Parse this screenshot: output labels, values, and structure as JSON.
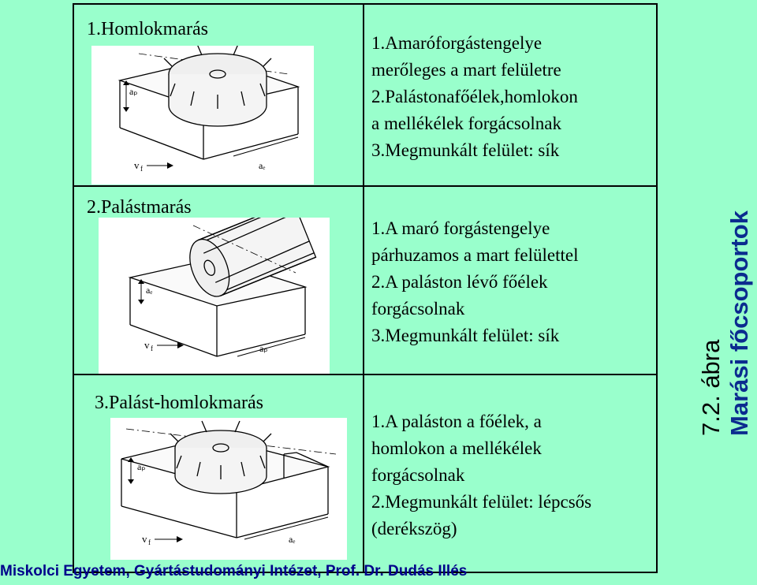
{
  "rows": [
    {
      "title": "1.Homlokmarás",
      "lines": [
        {
          "justified": [
            "1.A",
            "maró",
            "forgástengelye"
          ]
        },
        {
          "text": "merőleges a mart felületre"
        },
        {
          "justified": [
            "2.Paláston",
            "a",
            "főélek,",
            "homlokon"
          ]
        },
        {
          "text": "a mellékélek forgácsolnak"
        },
        {
          "text": "3.Megmunkált felület: sík"
        }
      ],
      "labels": {
        "depth": "aₚ",
        "feed": "v",
        "feed_sub": "f",
        "width": "aₑ"
      }
    },
    {
      "title": "2.Palástmarás",
      "lines": [
        {
          "text": "1.A maró forgástengelye"
        },
        {
          "text": "párhuzamos a mart felülettel"
        },
        {
          "text": "2.A paláston lévő főélek"
        },
        {
          "text": "forgácsolnak"
        },
        {
          "text": "3.Megmunkált felület: sík"
        }
      ],
      "labels": {
        "depth": "aₑ",
        "feed": "v",
        "feed_sub": "f",
        "width": "aₚ"
      }
    },
    {
      "title": "3.Palást-homlokmarás",
      "lines": [
        {
          "text": "1.A paláston a főélek, a"
        },
        {
          "text": "homlokon a mellékélek"
        },
        {
          "text": "forgácsolnak"
        },
        {
          "text": "2.Megmunkált felület: lépcsős"
        },
        {
          "text": "(derékszög)"
        }
      ],
      "labels": {
        "depth": "aₚ",
        "feed": "v",
        "feed_sub": "f",
        "width": "aₑ"
      }
    }
  ],
  "side_caption": {
    "figure_no": "7.2. ábra",
    "figure_title": "Marási főcsoportok"
  },
  "footer": "Miskolci Egyetem, Gyártástudományi Intézet, Prof. Dr. Dudás Illés",
  "colors": {
    "background": "#99ffcc",
    "footer": "#00008b",
    "side_title": "#0b2b8f"
  }
}
